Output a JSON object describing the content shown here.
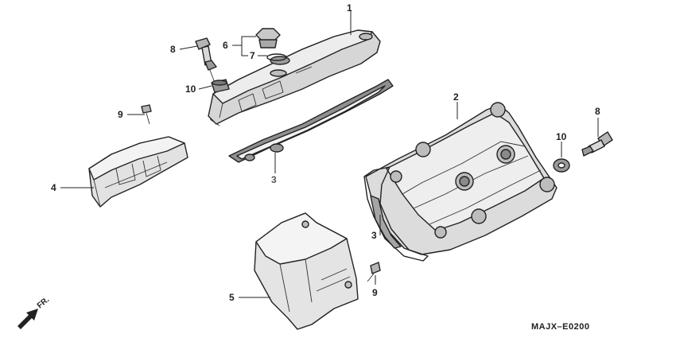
{
  "diagram": {
    "callouts": [
      {
        "id": "c1",
        "text": "1"
      },
      {
        "id": "c2",
        "text": "2"
      },
      {
        "id": "c3a",
        "text": "3"
      },
      {
        "id": "c3b",
        "text": "3"
      },
      {
        "id": "c4",
        "text": "4"
      },
      {
        "id": "c5",
        "text": "5"
      },
      {
        "id": "c6",
        "text": "6"
      },
      {
        "id": "c7",
        "text": "7"
      },
      {
        "id": "c8a",
        "text": "8"
      },
      {
        "id": "c8b",
        "text": "8"
      },
      {
        "id": "c9a",
        "text": "9"
      },
      {
        "id": "c9b",
        "text": "9"
      },
      {
        "id": "c10a",
        "text": "10"
      },
      {
        "id": "c10b",
        "text": "10"
      }
    ],
    "direction_label": "FR.",
    "figure_code": "MAJX–E0200",
    "colors": {
      "line": "#222222",
      "shade": "#cfcfcf",
      "dark": "#8a8a8a",
      "background": "#ffffff"
    }
  }
}
